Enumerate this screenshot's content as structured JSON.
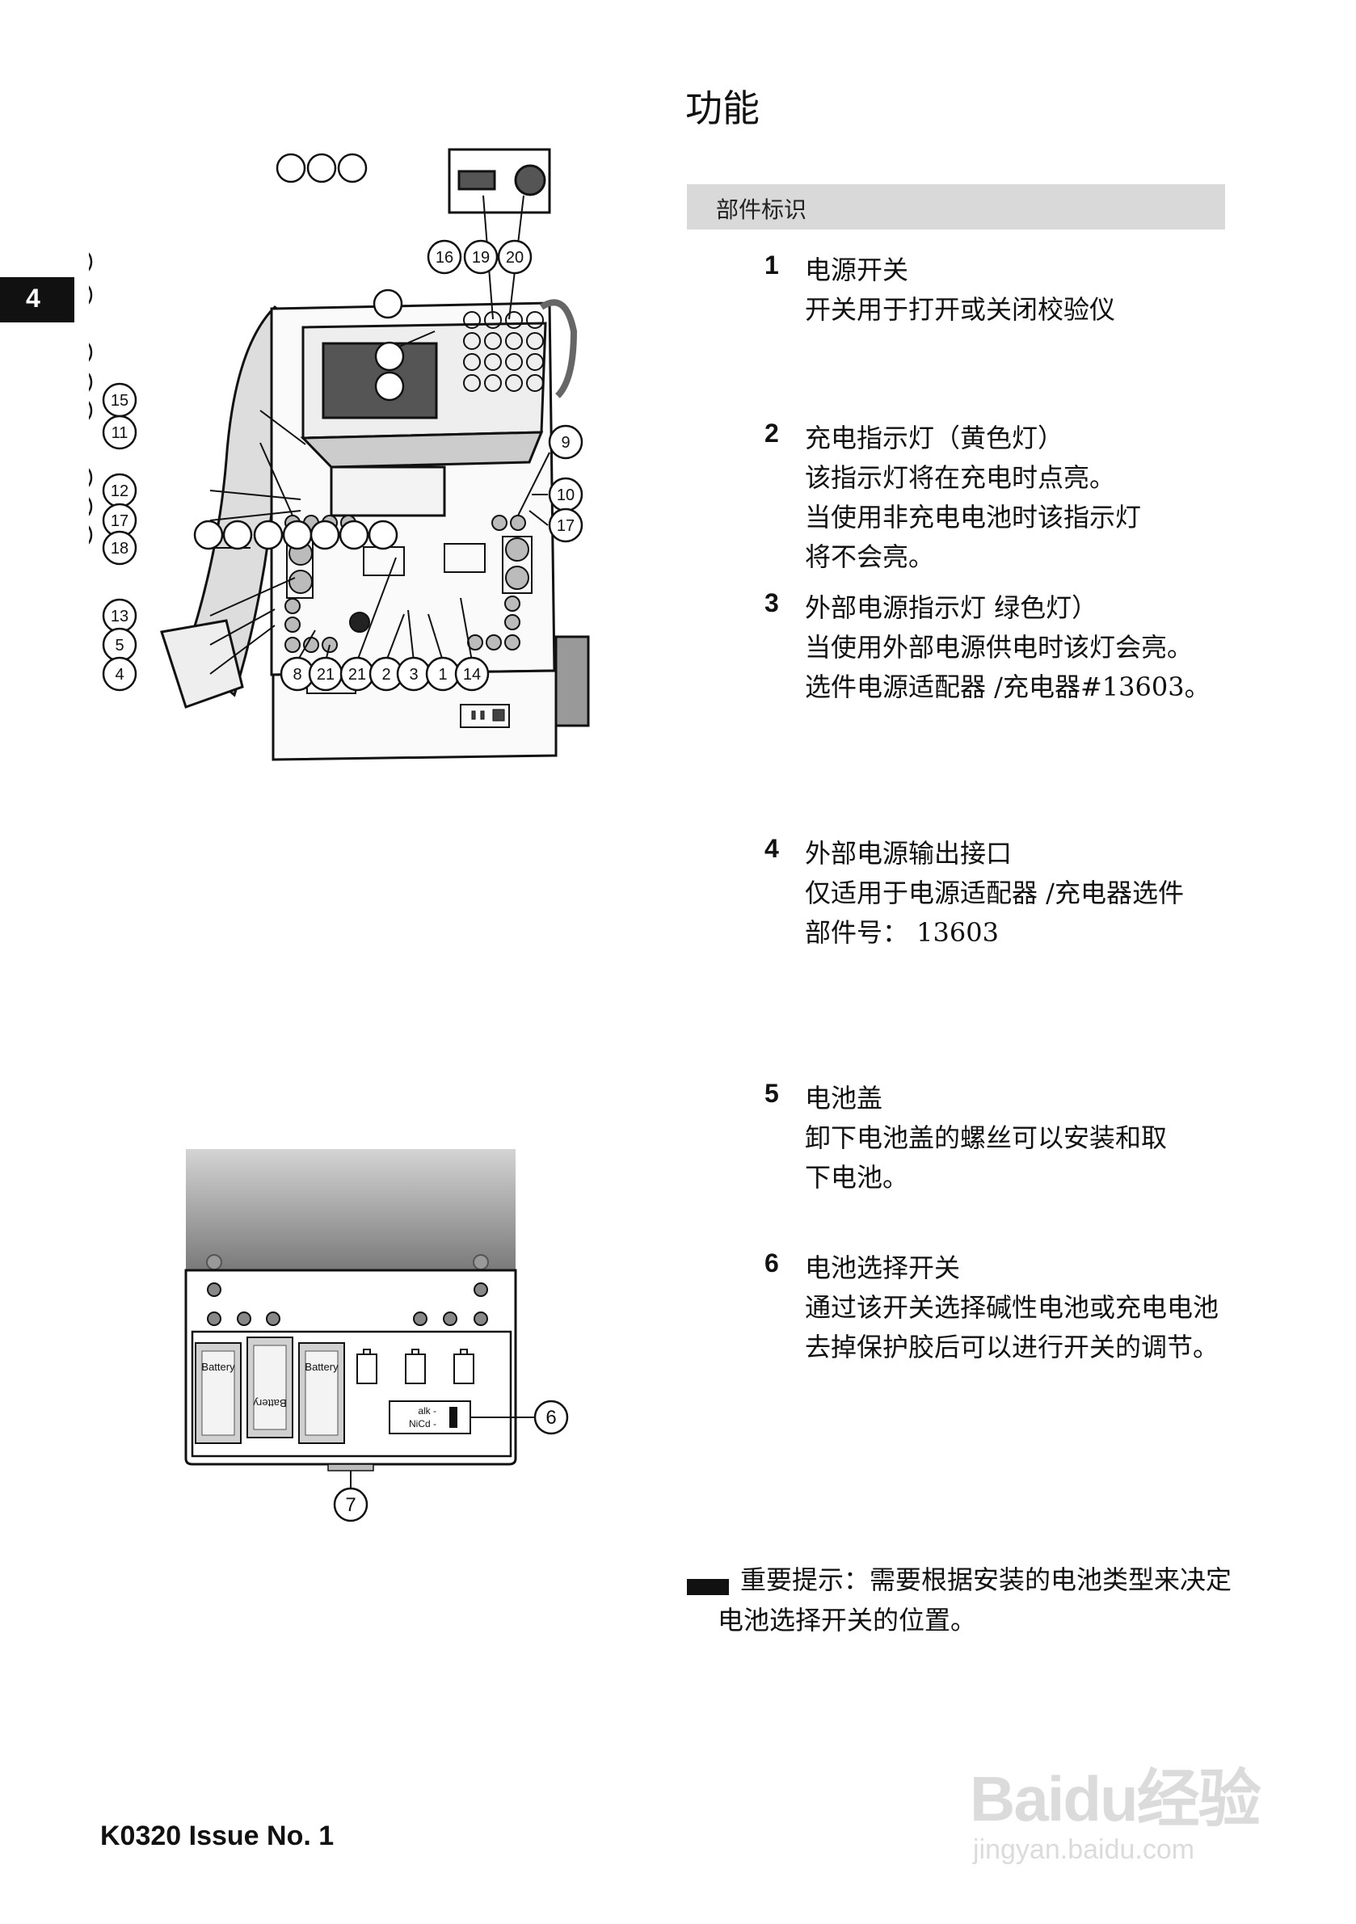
{
  "page": {
    "title": "功能",
    "section": "部件标识",
    "chapter_tab": "4",
    "footer": "K0320 Issue No. 1"
  },
  "items": [
    {
      "num": "1",
      "lines": [
        "电源开关",
        "开关用于打开或关闭校验仪"
      ]
    },
    {
      "num": "2",
      "lines": [
        "充电指示灯（黄色灯）",
        "该指示灯将在充电时点亮。",
        "当使用非充电电池时该指示灯",
        "将不会亮。"
      ]
    },
    {
      "num": "3",
      "lines": [
        "外部电源指示灯 绿色灯）",
        "当使用外部电源供电时该灯会亮。",
        "选件电源适配器 /充电器#13603。"
      ]
    },
    {
      "num": "4",
      "lines": [
        "外部电源输出接口",
        "仅适用于电源适配器 /充电器选件",
        "部件号： 13603"
      ]
    },
    {
      "num": "5",
      "lines": [
        "电池盖",
        "卸下电池盖的螺丝可以安装和取",
        "下电池。"
      ]
    },
    {
      "num": "6",
      "lines": [
        "电池选择开关",
        "通过该开关选择碱性电池或充电电池",
        "去掉保护胶后可以进行开关的调节。"
      ]
    }
  ],
  "note": {
    "line1": "重要提示：需要根据安装的电池类型来决定",
    "line2": "电池选择开关的位置。"
  },
  "figure1": {
    "callouts": [
      "16",
      "19",
      "20",
      "15",
      "11",
      "9",
      "12",
      "10",
      "17",
      "17",
      "18",
      "13",
      "5",
      "4",
      "8",
      "21",
      "21",
      "2",
      "3",
      "1",
      "14"
    ]
  },
  "figure2": {
    "callouts": [
      "6",
      "7"
    ],
    "battery_label": "Battery",
    "switch_labels": [
      "alk -",
      "NiCd -"
    ]
  },
  "watermark": {
    "logo": "Baidu经验",
    "url": "jingyan.baidu.com"
  }
}
